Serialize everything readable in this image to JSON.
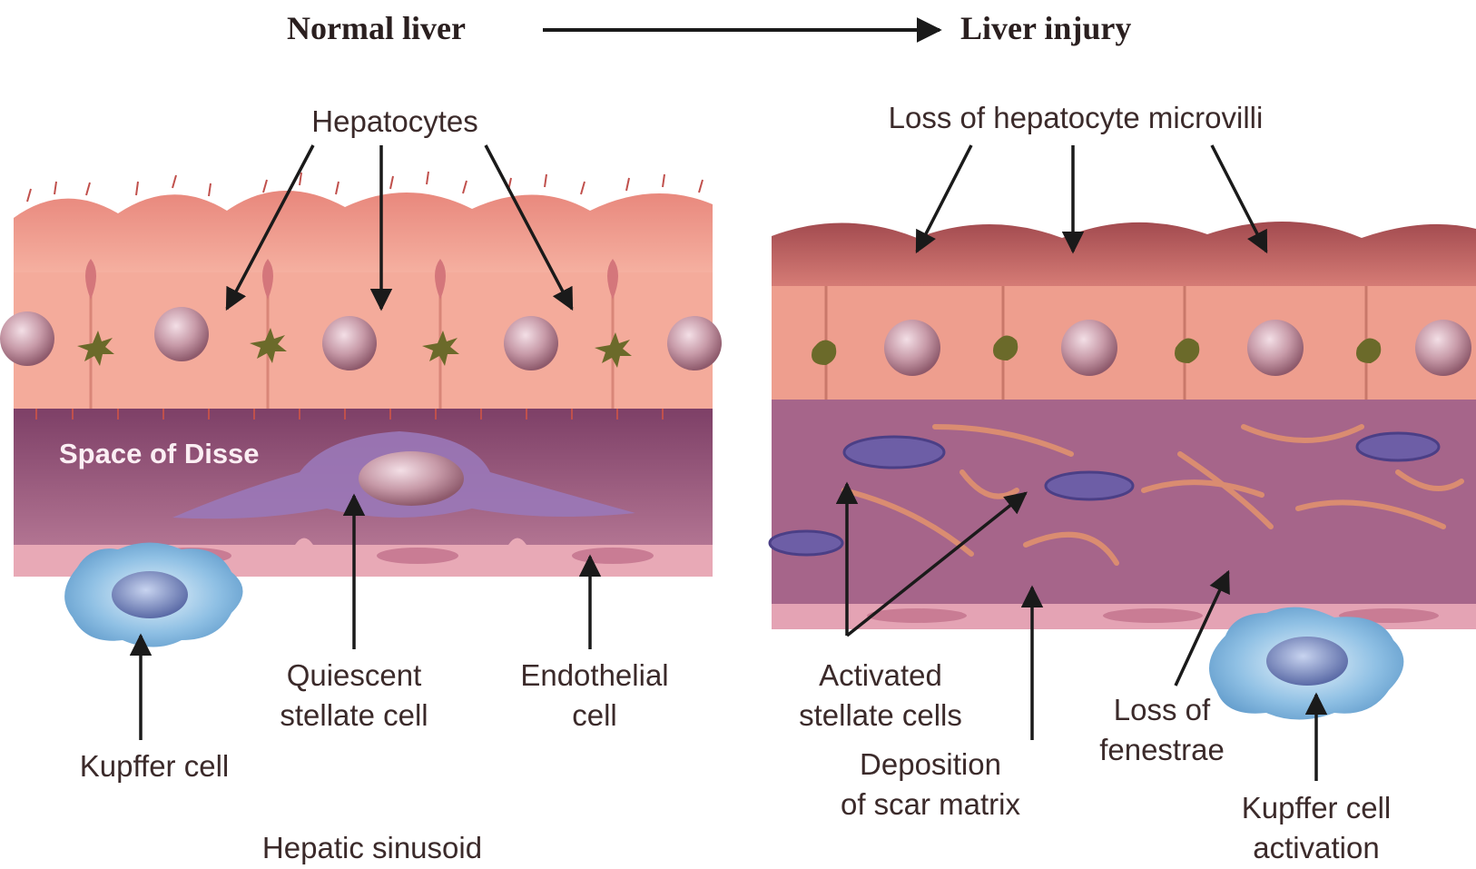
{
  "header": {
    "left_title": "Normal liver",
    "right_title": "Liver injury"
  },
  "normal_panel": {
    "hepatocytes_label": "Hepatocytes",
    "space_of_disse_label": "Space of Disse",
    "kupffer_label": "Kupffer cell",
    "quiescent_label_line1": "Quiescent",
    "quiescent_label_line2": "stellate cell",
    "endothelial_label_line1": "Endothelial",
    "endothelial_label_line2": "cell",
    "sinusoid_label": "Hepatic sinusoid"
  },
  "injury_panel": {
    "microvilli_label": "Loss of hepatocyte microvilli",
    "activated_label_line1": "Activated",
    "activated_label_line2": "stellate cells",
    "deposition_label_line1": "Deposition",
    "deposition_label_line2": "of scar matrix",
    "fenestrae_label_line1": "Loss of",
    "fenestrae_label_line2": "fenestrae",
    "kupffer_activation_line1": "Kupffer cell",
    "kupffer_activation_line2": "activation"
  },
  "colors": {
    "hepatocyte": "#f2a494",
    "hepatocyte_injured": "#e8907e",
    "nucleus": "#b98a94",
    "space_of_disse": "#9c5a7c",
    "stellate": "#8c6bb0",
    "kupffer": "#7fb3dc",
    "scar": "#d98a6a",
    "endothelium": "#e2a6b4",
    "arrow": "#1a1a1a"
  }
}
